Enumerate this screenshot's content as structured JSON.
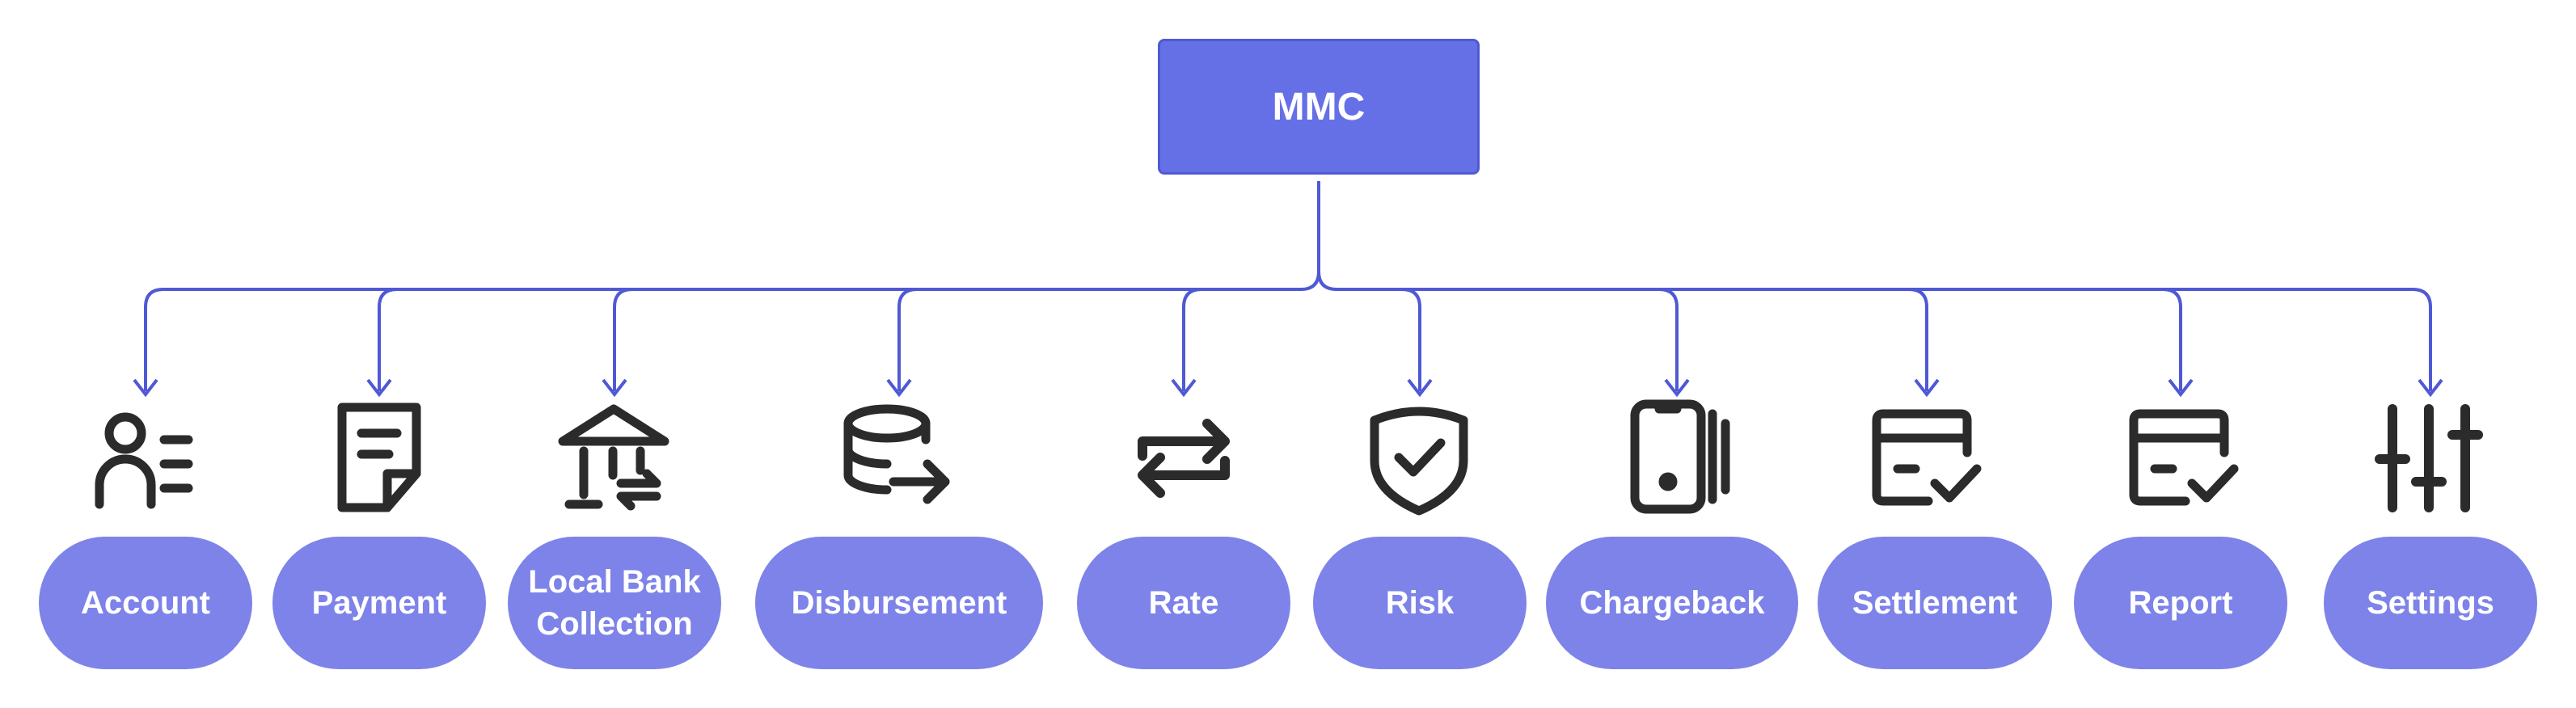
{
  "root": {
    "label": "MMC"
  },
  "modules": [
    {
      "id": "account",
      "label": "Account",
      "icon": "user-list-icon"
    },
    {
      "id": "payment",
      "label": "Payment",
      "icon": "document-icon"
    },
    {
      "id": "local-bank",
      "label": "Local Bank\nCollection",
      "icon": "bank-icon"
    },
    {
      "id": "disbursement",
      "label": "Disbursement",
      "icon": "coins-transfer-icon"
    },
    {
      "id": "rate",
      "label": "Rate",
      "icon": "exchange-arrows-icon"
    },
    {
      "id": "risk",
      "label": "Risk",
      "icon": "shield-check-icon"
    },
    {
      "id": "chargeback",
      "label": "Chargeback",
      "icon": "mobile-phone-icon"
    },
    {
      "id": "settlement",
      "label": "Settlement",
      "icon": "invoice-check-icon"
    },
    {
      "id": "report",
      "label": "Report",
      "icon": "report-check-icon"
    },
    {
      "id": "settings",
      "label": "Settings",
      "icon": "sliders-icon"
    }
  ],
  "colors": {
    "node": "#6570e6",
    "pill": "#7d83e8",
    "connector": "#4f59d4",
    "icon": "#2b2b2b"
  }
}
